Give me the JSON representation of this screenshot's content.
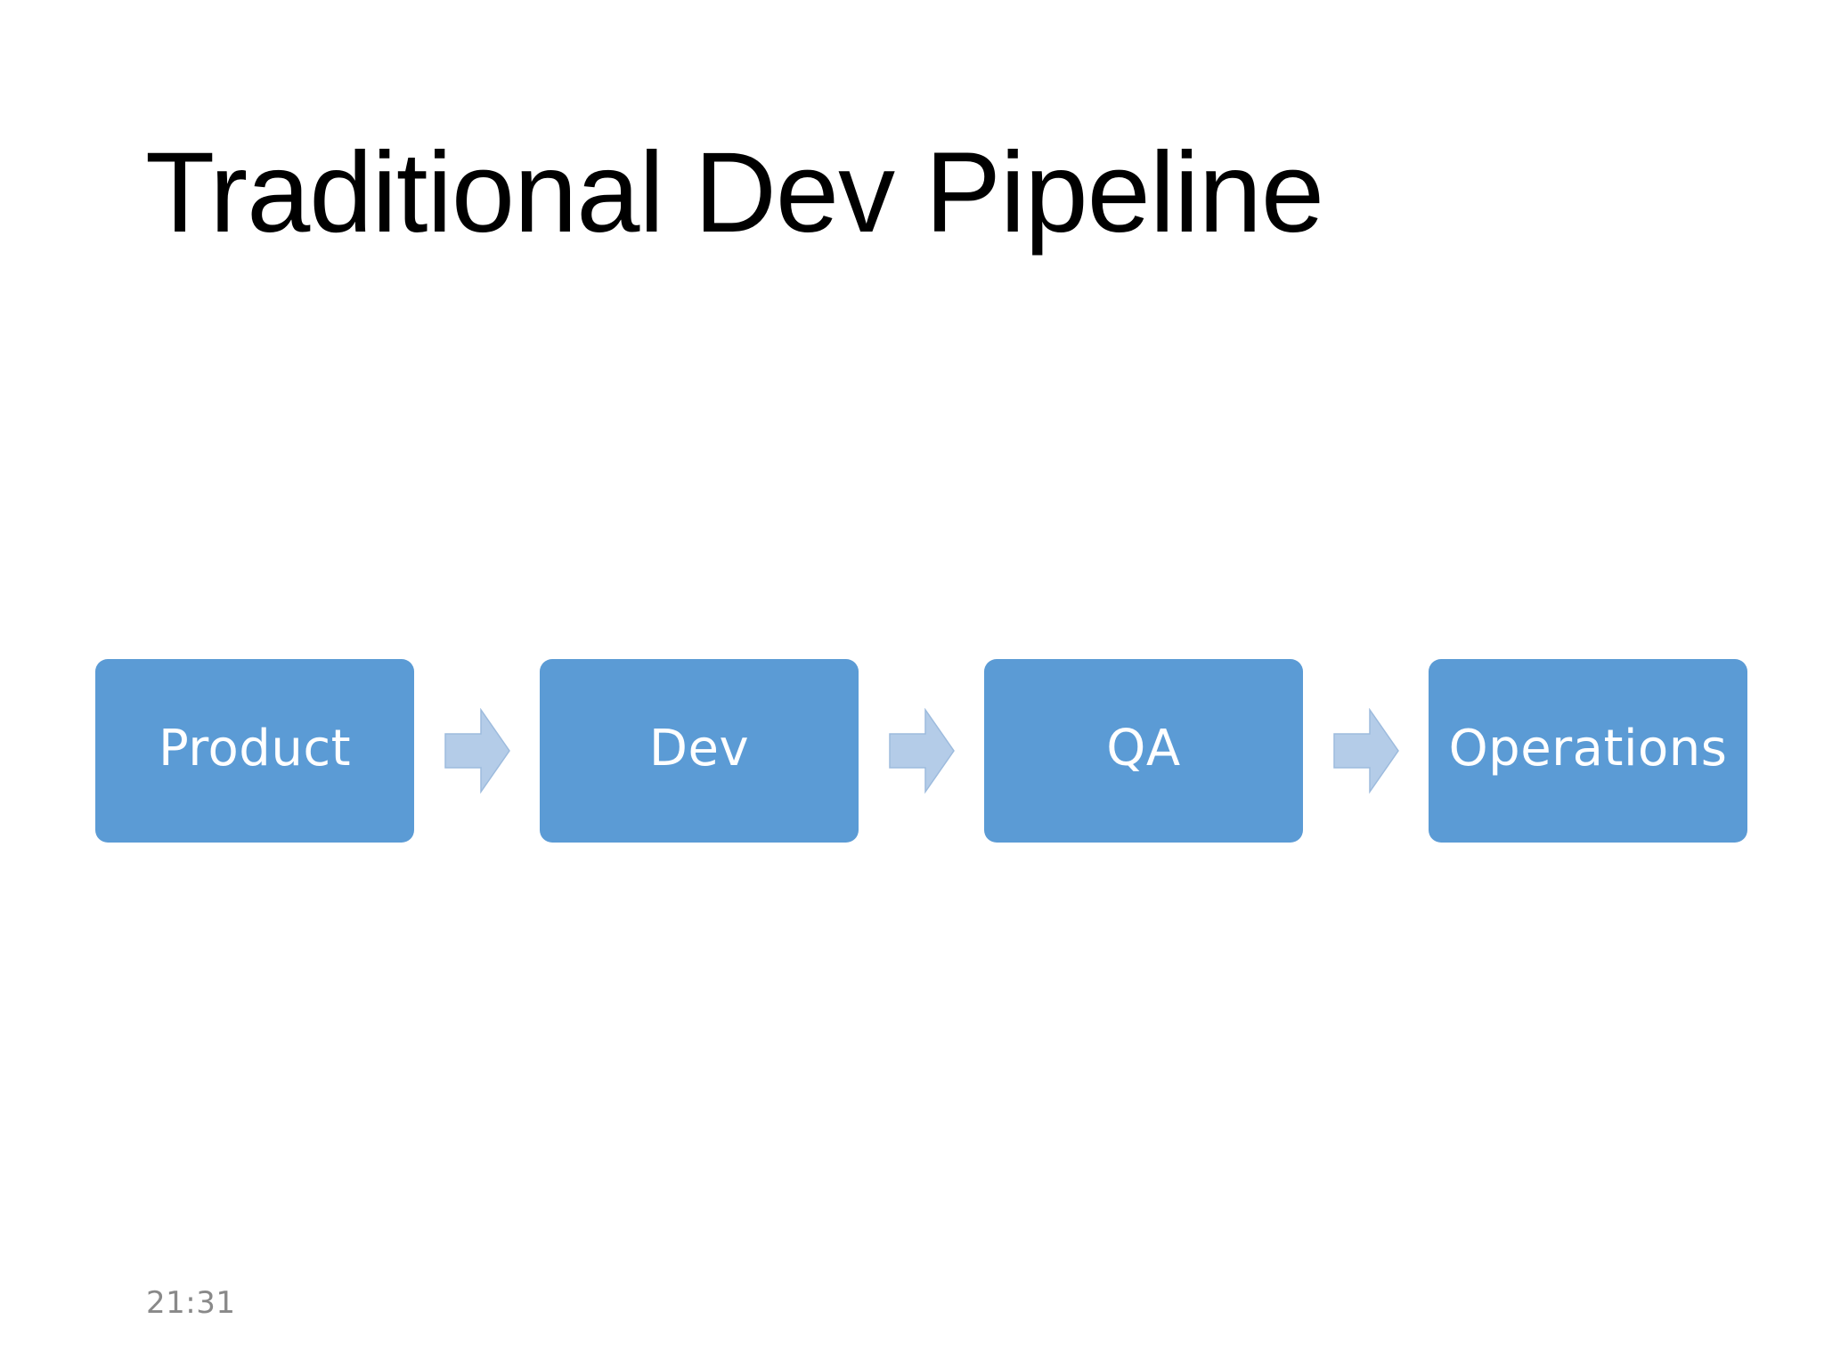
{
  "slide": {
    "title": "Traditional Dev Pipeline",
    "timestamp": "21:31",
    "background_color": "#ffffff",
    "title_color": "#000000",
    "timestamp_color": "#898989"
  },
  "diagram": {
    "type": "linear-process-flow",
    "box_fill_color": "#5b9bd5",
    "box_text_color": "#ffffff",
    "arrow_fill_color": "#b4cce8",
    "arrow_stroke_color": "#9dbbdd",
    "stages": [
      {
        "label": "Product"
      },
      {
        "label": "Dev"
      },
      {
        "label": "QA"
      },
      {
        "label": "Operations"
      }
    ],
    "connectors": [
      {
        "icon": "right-arrow-icon"
      },
      {
        "icon": "right-arrow-icon"
      },
      {
        "icon": "right-arrow-icon"
      }
    ]
  }
}
